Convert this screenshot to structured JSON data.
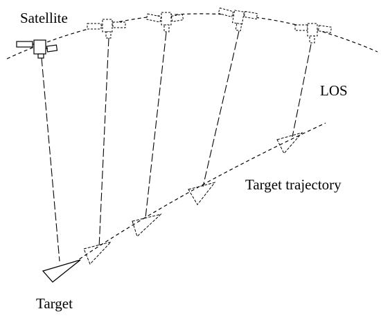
{
  "labels": {
    "satellite": "Satellite",
    "los": "LOS",
    "target_trajectory": "Target trajectory",
    "target": "Target"
  },
  "colors": {
    "ink": "#000000",
    "background": "#ffffff"
  },
  "icons": {
    "satellite": "satellite-icon",
    "target": "target-triangle-icon"
  }
}
